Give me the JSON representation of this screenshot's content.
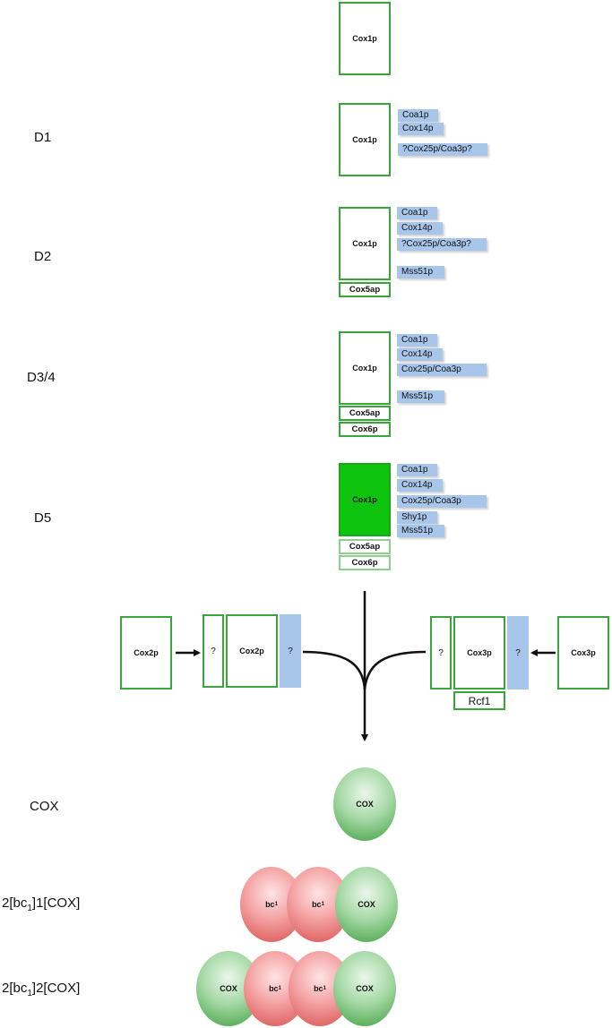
{
  "stages": {
    "d1": "D1",
    "d2": "D2",
    "d34": "D3/4",
    "d5": "D5",
    "cox": "COX",
    "sc1_pre": "2[bc",
    "sc1_sub": "1",
    "sc1_post": "]1[COX]",
    "sc2_pre": "2[bc",
    "sc2_sub": "1",
    "sc2_post": "]2[COX]"
  },
  "subunits": {
    "cox1p": "Cox1p",
    "cox5ap": "Cox5ap",
    "cox6p": "Cox6p",
    "cox2p": "Cox2p",
    "cox3p": "Cox3p",
    "unknown": "?",
    "rcf1": "Rcf1"
  },
  "factors": {
    "coa1p": "Coa1p",
    "cox14p": "Cox14p",
    "cox25p_q": "?Cox25p/Coa3p?",
    "cox25p": "Cox25p/Coa3p",
    "mss51p": "Mss51p",
    "shy1p": "Shy1p"
  },
  "complexes": {
    "cox": "COX",
    "bc_main": "bc",
    "bc_sub": "1"
  },
  "colors": {
    "subunit_border": "#3aa53a",
    "factor_fill": "#a8c5ea",
    "active_cox1": "#0fc40f",
    "cox_sphere": "#3f9f3f",
    "bc1_sphere": "#d84f4f"
  }
}
